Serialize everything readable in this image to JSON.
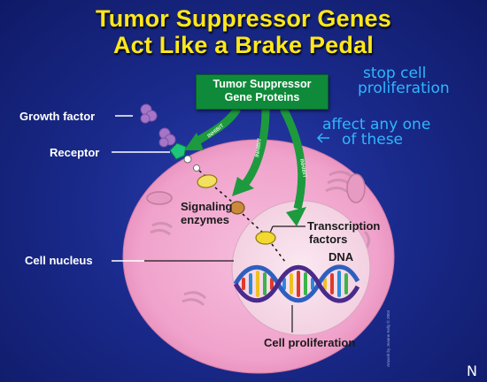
{
  "title": {
    "line1": "Tumor Suppressor Genes",
    "line2": "Act Like a Brake Pedal"
  },
  "box": {
    "line1": "Tumor Suppressor",
    "line2": "Gene Proteins"
  },
  "labels": {
    "growth_factor": "Growth factor",
    "receptor": "Receptor",
    "signaling_line1": "Signaling",
    "signaling_line2": "enzymes",
    "transcription_line1": "Transcription",
    "transcription_line2": "factors",
    "dna": "DNA",
    "cell_nucleus": "Cell nucleus",
    "cell_proliferation": "Cell proliferation"
  },
  "arrow_labels": [
    "INHIBIT",
    "INHIBIT",
    "INHIBIT"
  ],
  "annotations": {
    "note1_line1": "stop cell",
    "note1_line2": "proliferation",
    "note2_line1": "affect any one",
    "note2_line2": "of these"
  },
  "credit": "Artwork by Jeanne Kelly © 2004",
  "corner_mark": "N",
  "colors": {
    "title": "#ffe81a",
    "background": "#1a2a8c",
    "cell": "#f2a6cf",
    "nucleus": "#f8dcea",
    "box": "#0f8a3a",
    "arrows": "#1d9a3e",
    "annotation_ink": "#2fb6ff"
  }
}
